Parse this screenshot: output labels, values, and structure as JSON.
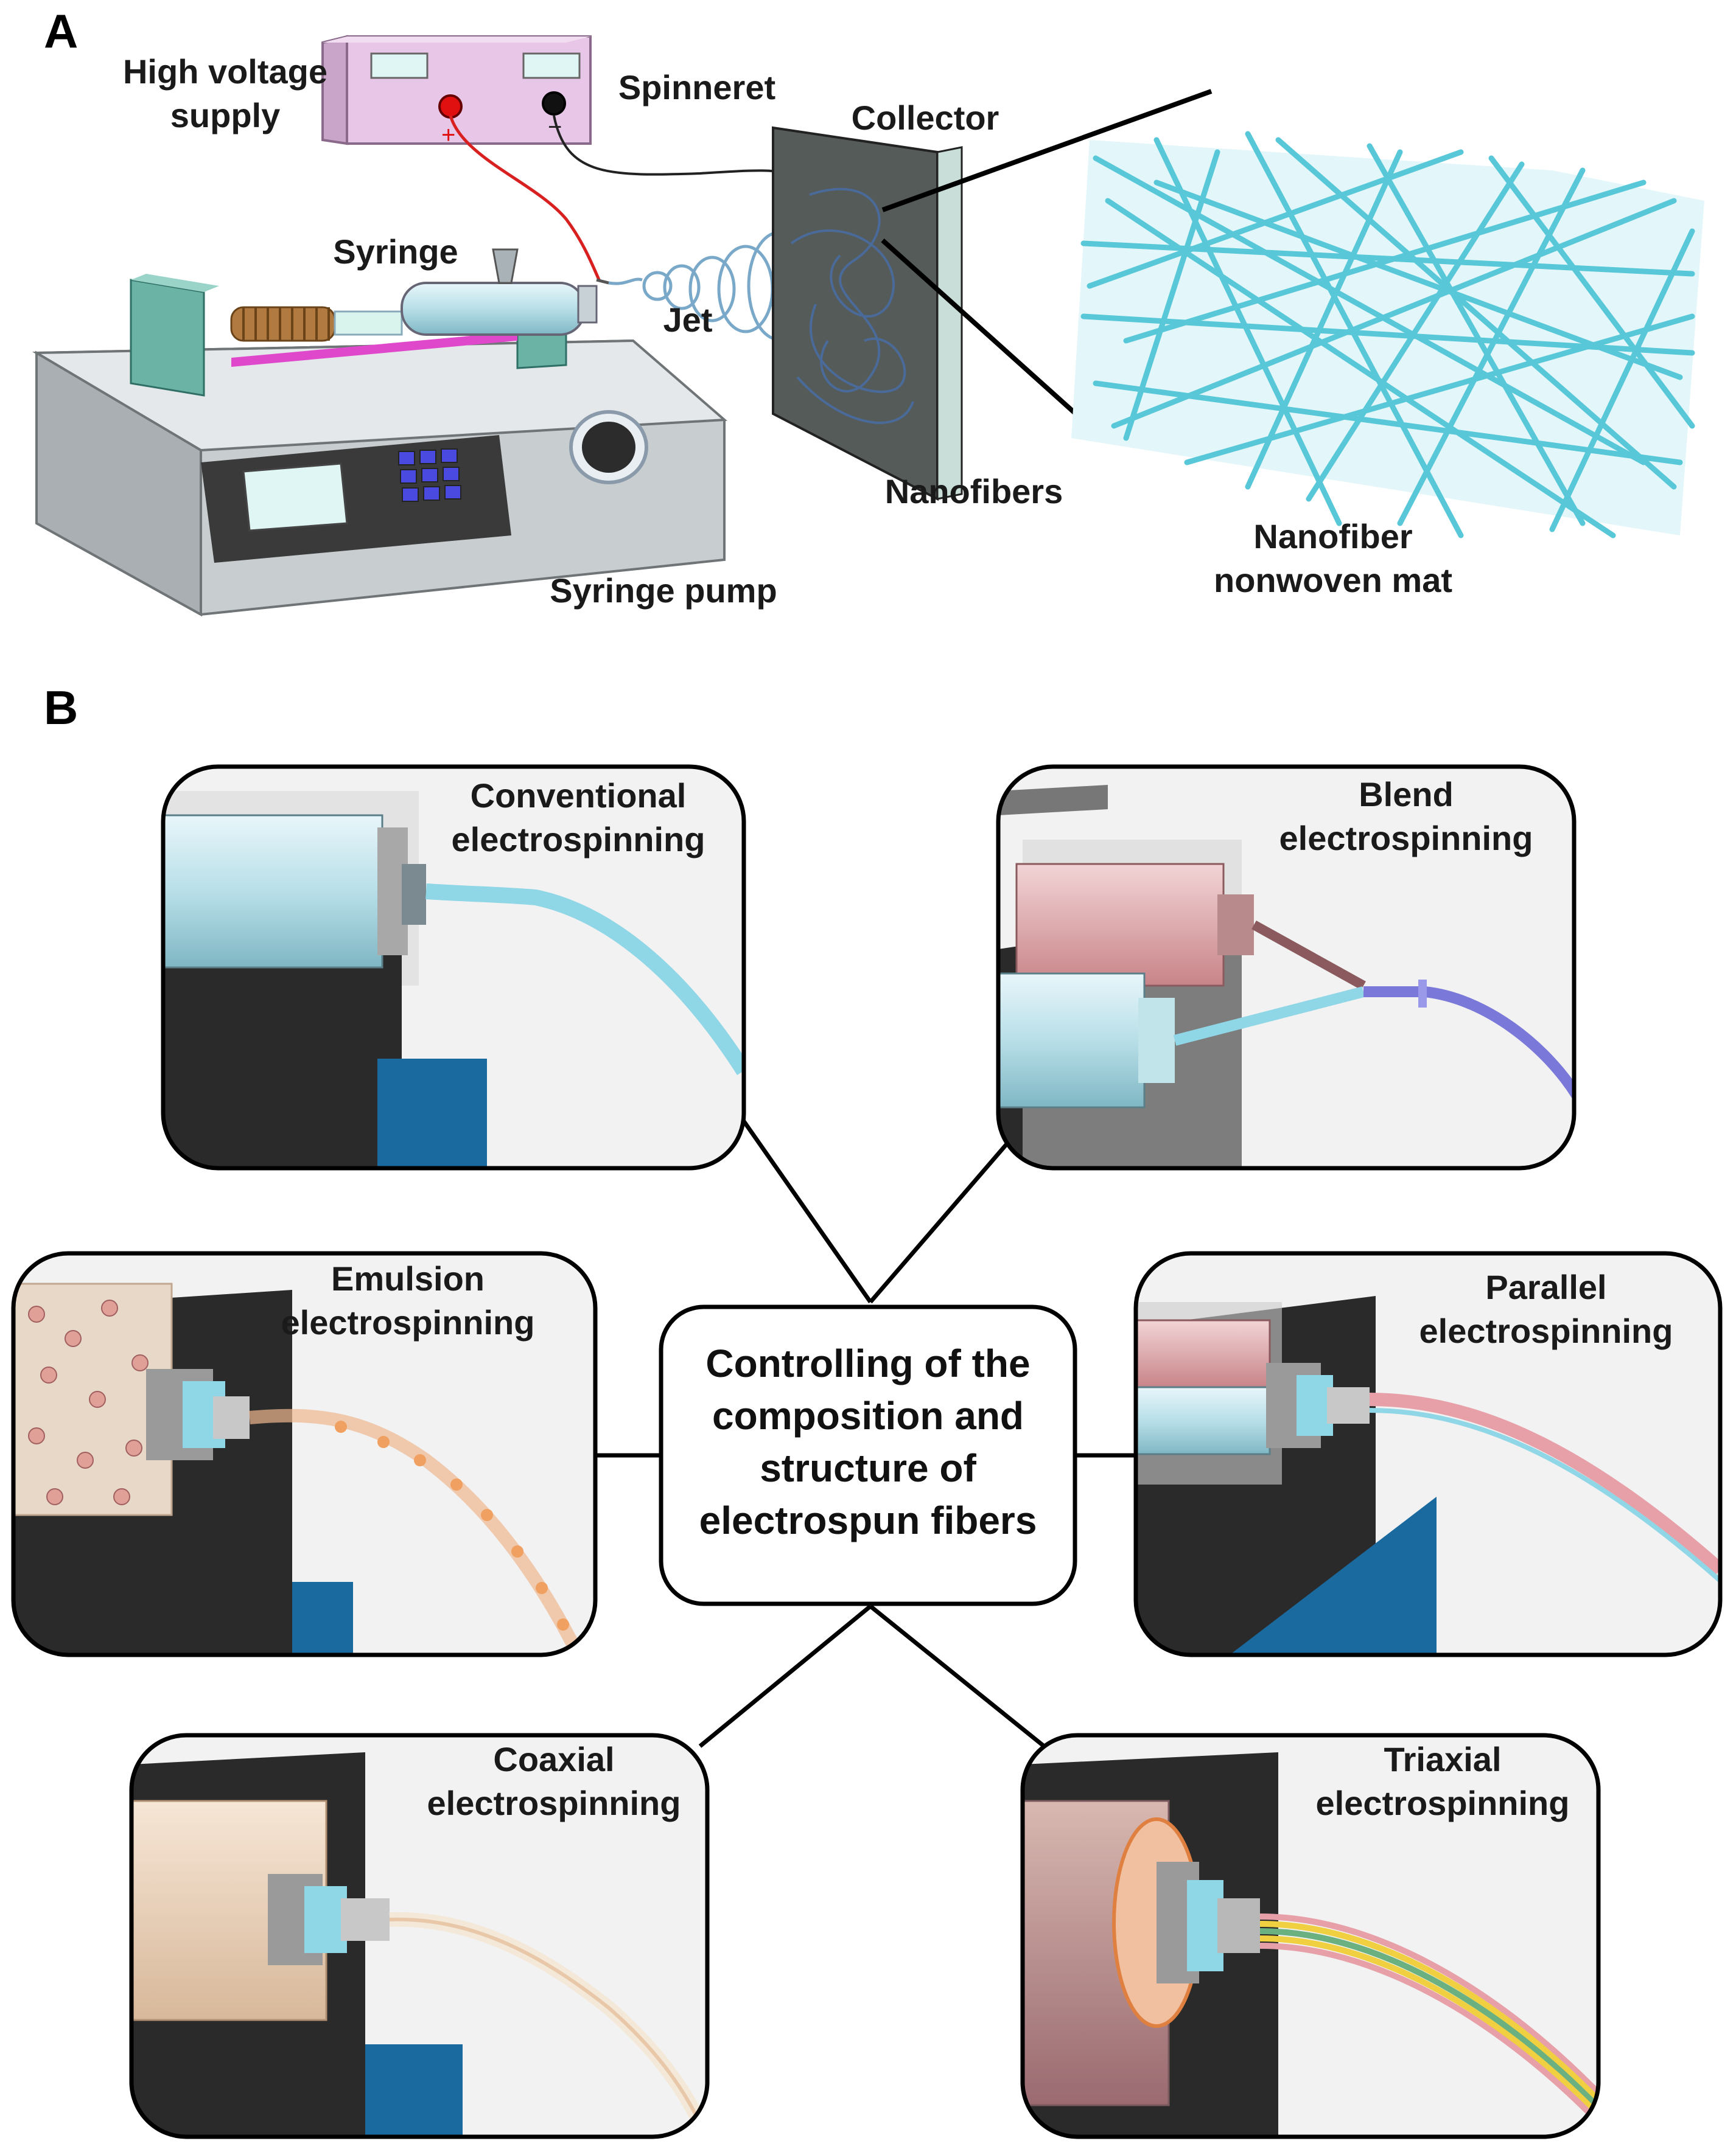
{
  "panel_a": {
    "letter": "A",
    "labels": {
      "high_voltage": "High voltage\nsupply",
      "spinneret": "Spinneret",
      "collector": "Collector",
      "syringe": "Syringe",
      "jet": "Jet",
      "nanofibers": "Nanofibers",
      "syringe_pump": "Syringe pump",
      "mat": "Nanofiber\nnonwoven mat"
    },
    "colors": {
      "pump_body": "#c9cfd1",
      "pump_top": "#dfe4e6",
      "fiber": "#58c8d8",
      "power_supply": "#e3bfe3",
      "collector": "#555a58",
      "rail": "#e040c8",
      "spring": "#9a6a38",
      "mount": "#5fa89a"
    }
  },
  "panel_b": {
    "letter": "B",
    "center_text": "Controlling of the\ncomposition and\nstructure of\nelectrospun fibers",
    "methods": [
      {
        "title": "Conventional\nelectrospinning"
      },
      {
        "title": "Blend\nelectrospinning"
      },
      {
        "title": "Emulsion\nelectrospinning"
      },
      {
        "title": "Parallel\nelectrospinning"
      },
      {
        "title": "Coaxial\nelectrospinning"
      },
      {
        "title": "Triaxial\nelectrospinning"
      }
    ],
    "colors": {
      "needle_blue": "#8fd6e6",
      "pink": "#e7a0a8",
      "violet": "#7a78d8",
      "orange": "#f0a060",
      "yellow": "#f0d040",
      "green": "#6ab080",
      "stand_dark": "#2a2a2a",
      "stand_blue": "#1a6aa0"
    }
  }
}
